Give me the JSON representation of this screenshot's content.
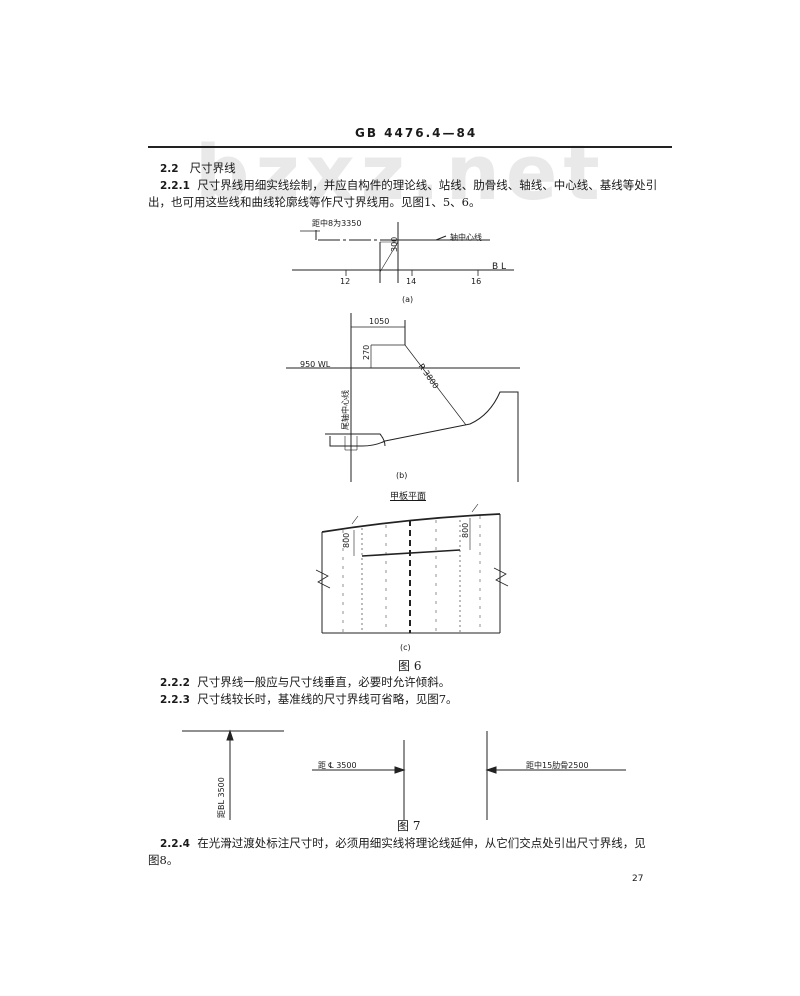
{
  "header": {
    "standard_no": "GB 4476.4—84",
    "watermark": "bzxz.net"
  },
  "s22": {
    "num": "2.2",
    "title": "尺寸界线"
  },
  "s221": {
    "num": "2.2.1",
    "line1": "尺寸界线用细实线绘制，并应自构件的理论线、站线、肋骨线、轴线、中心线、基线等处引",
    "line2": "出，也可用这些线和曲线轮廓线等作尺寸界线用。见图1、5、6。"
  },
  "fig_a": {
    "dist_label": "距中8为3350",
    "dim_vertical": "300",
    "axis_label": "轴中心线",
    "baseline_label": "B L",
    "ticks": [
      "12",
      "14",
      "16"
    ],
    "caption": "(a)"
  },
  "fig_b": {
    "dim_top": "1050",
    "dim_left": "270",
    "wl_label": "950 WL",
    "radius_label": "R 3800",
    "vertical_label": "尾轴中心线",
    "caption": "(b)"
  },
  "fig_c": {
    "title": "甲板平面",
    "dim_left": "800",
    "dim_right": "800",
    "caption": "(c)"
  },
  "fig6_label": "图 6",
  "s222": {
    "num": "2.2.2",
    "text": "尺寸界线一般应与尺寸线垂直，必要时允许倾斜。"
  },
  "s223": {
    "num": "2.2.3",
    "text": "尺寸线较长时，基准线的尺寸界线可省略，见图7。"
  },
  "fig7": {
    "left_label": "距BL 3500",
    "mid_label": "距 ℄ 3500",
    "right_label": "距中15肋骨2500"
  },
  "fig7_label": "图 7",
  "s224": {
    "num": "2.2.4",
    "line1": "在光滑过渡处标注尺寸时，必须用细实线将理论线延伸，从它们交点处引出尺寸界线，见",
    "line2": "图8。"
  },
  "page_number": "27"
}
